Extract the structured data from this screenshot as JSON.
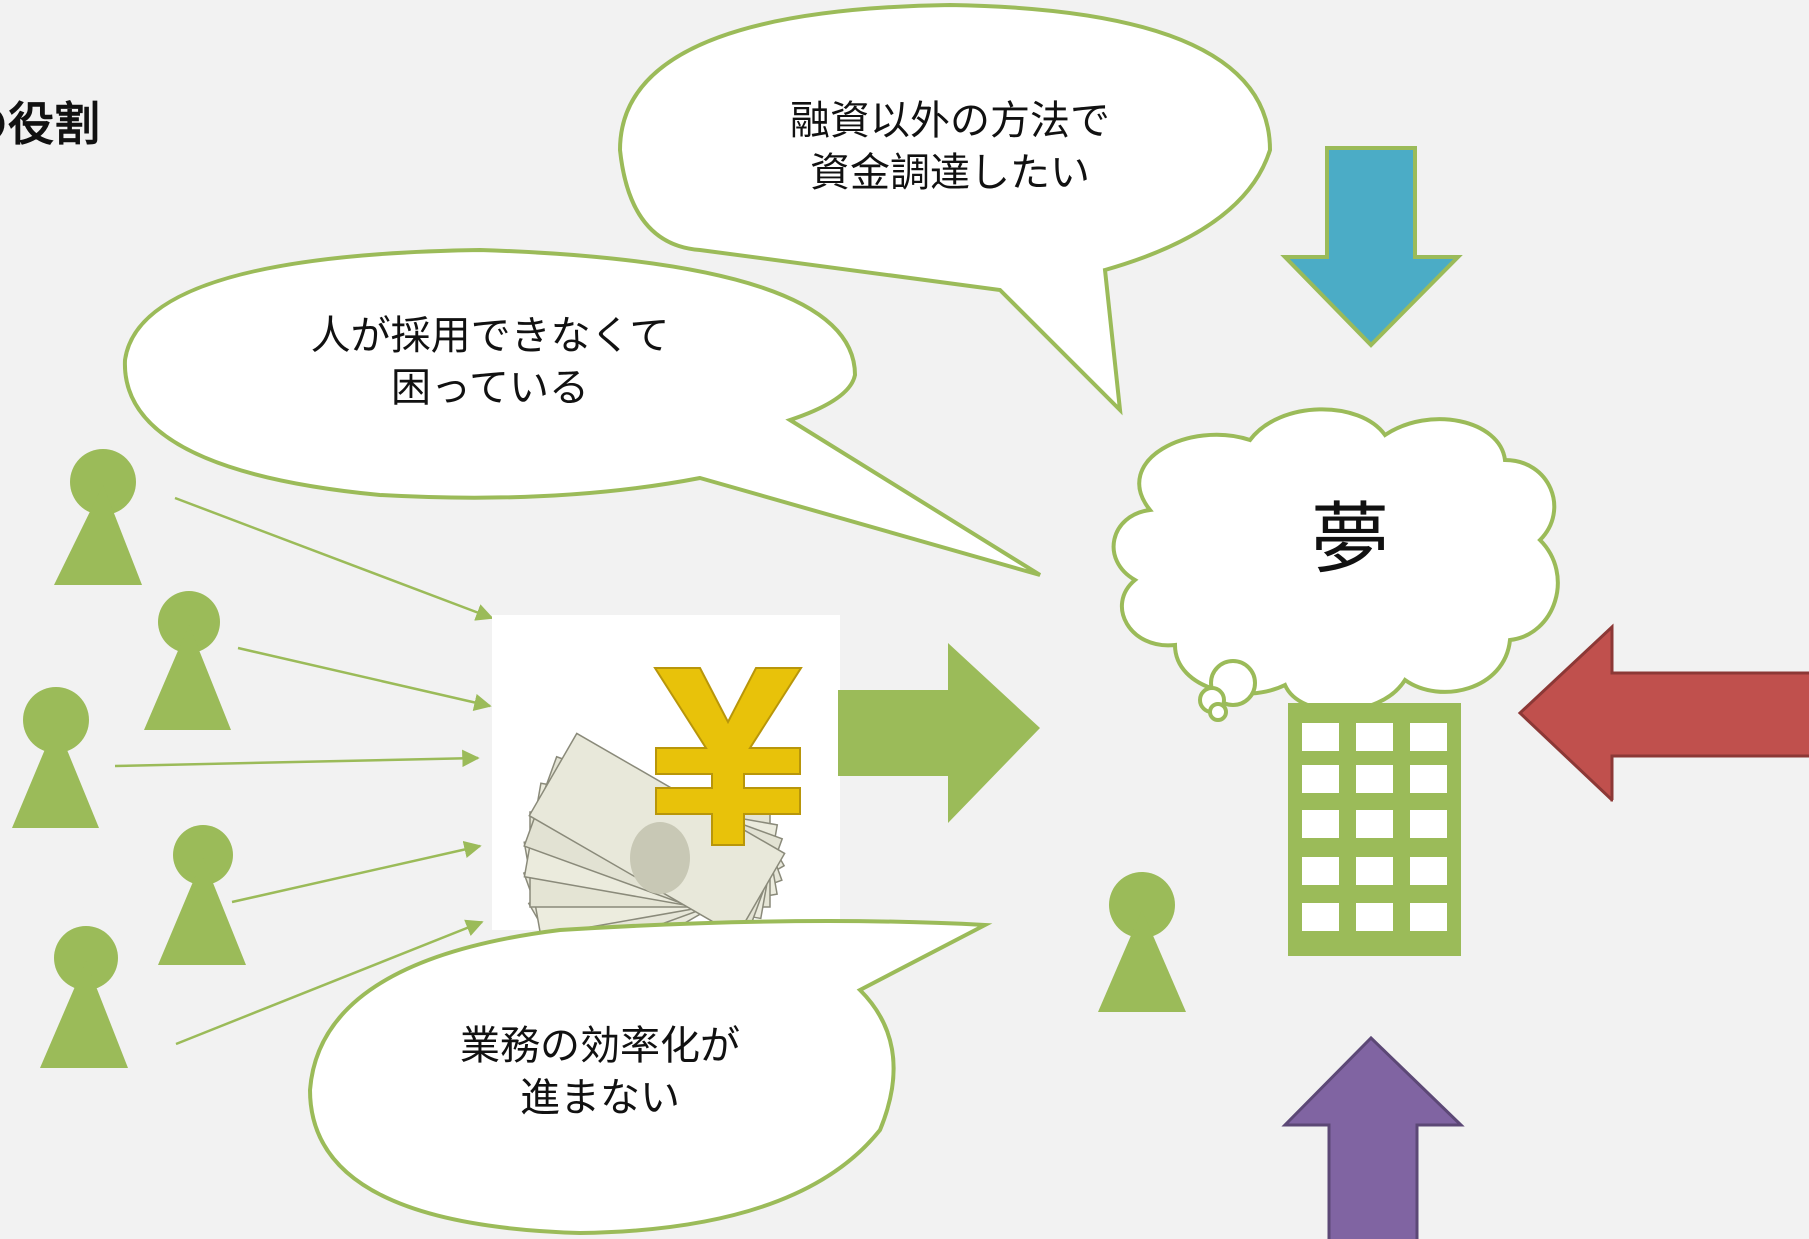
{
  "title": "の役割",
  "bubbles": {
    "financing": [
      "融資以外の方法で",
      "資金調達したい"
    ],
    "hiring": [
      "人が採用できなくて",
      "困っている"
    ],
    "efficiency": [
      "業務の効率化が",
      "進まない"
    ]
  },
  "dream_label": "夢",
  "colors": {
    "green": "#9bbb59",
    "bubble_outline": "#9bbb59",
    "blue_arrow": "#4bacc6",
    "red_arrow": "#c0504d",
    "purple_arrow": "#8064a2",
    "yen_gold": "#e8c20a",
    "background": "#f2f2f2"
  },
  "icons": {
    "people": "person-icon",
    "money": "yen-bills-icon",
    "building": "building-icon",
    "dream": "thought-cloud"
  }
}
